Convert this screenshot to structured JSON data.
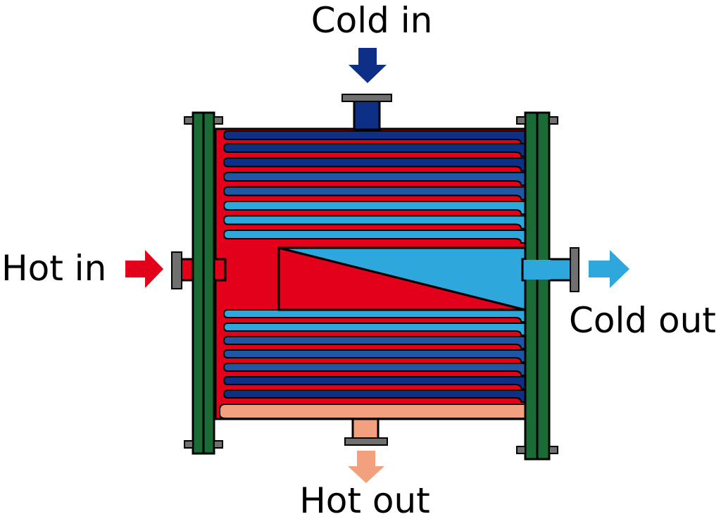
{
  "labels": {
    "cold_in": "Cold in",
    "cold_out": "Cold out",
    "hot_in": "Hot in",
    "hot_out": "Hot out"
  },
  "colors": {
    "hot": "#e2001a",
    "hot_out": "#f3a07e",
    "cold_in": "#0d2f86",
    "cold_mid": "#1f57a6",
    "cold_light": "#2ea8dc",
    "tube_sheet": "#1a6b35",
    "bolt": "#707070",
    "outline": "#000000"
  }
}
